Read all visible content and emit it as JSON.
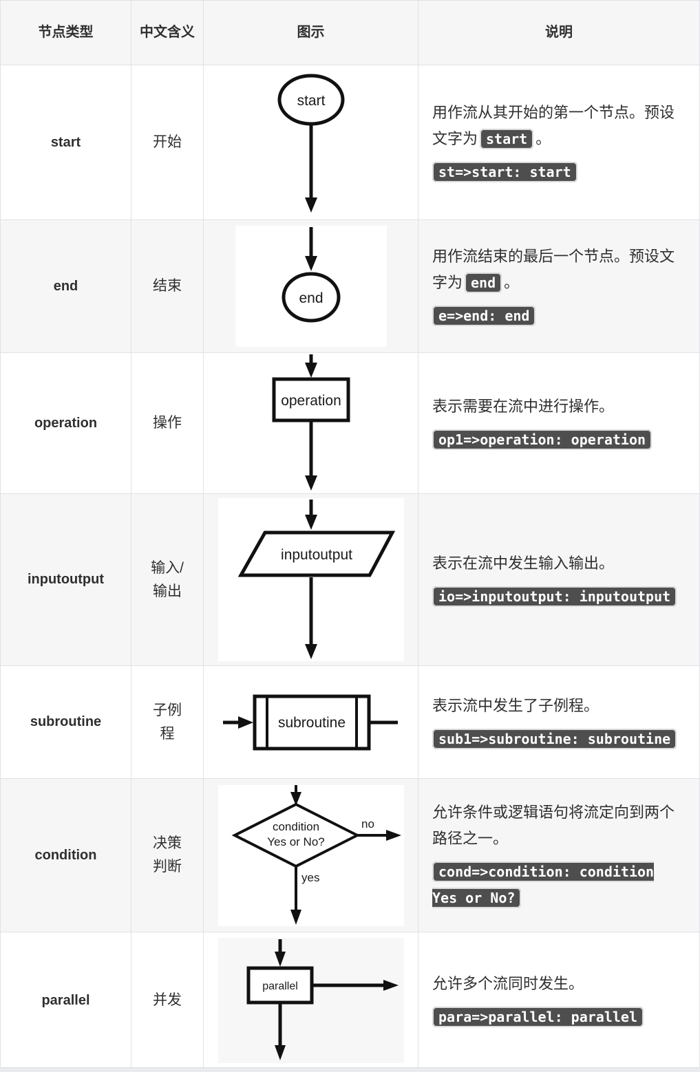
{
  "colors": {
    "border": "#dfe1e5",
    "alt_row_bg": "#f6f6f7",
    "text": "#2f2f2f",
    "code_chip_bg": "#4e4e4e",
    "code_chip_text": "#ffffff"
  },
  "headers": [
    "节点类型",
    "中文含义",
    "图示",
    "说明"
  ],
  "rows": [
    {
      "type": "start",
      "meaning": "开始",
      "labels": {
        "node": "start"
      },
      "desc": {
        "text_before_code": "用作流从其开始的第一个节点。预设文字为",
        "inline_code": "start",
        "text_after_code": "。"
      },
      "code": "st=>start: start"
    },
    {
      "type": "end",
      "meaning": "结束",
      "labels": {
        "node": "end"
      },
      "desc": {
        "text_before_code": "用作流结束的最后一个节点。预设文字为",
        "inline_code": "end",
        "text_after_code": "。"
      },
      "code": "e=>end: end"
    },
    {
      "type": "operation",
      "meaning": "操作",
      "labels": {
        "node": "operation"
      },
      "desc": {
        "text": "表示需要在流中进行操作。"
      },
      "code": "op1=>operation: operation"
    },
    {
      "type": "inputoutput",
      "meaning": "输入/输出",
      "labels": {
        "node": "inputoutput"
      },
      "desc": {
        "text": "表示在流中发生输入输出。"
      },
      "code": "io=>inputoutput: inputoutput"
    },
    {
      "type": "subroutine",
      "meaning": "子例程",
      "labels": {
        "node": "subroutine"
      },
      "desc": {
        "text": "表示流中发生了子例程。"
      },
      "code": "sub1=>subroutine: subroutine"
    },
    {
      "type": "condition",
      "meaning": "决策判断",
      "labels": {
        "node_line1": "condition",
        "node_line2": "Yes or No?",
        "branch_no": "no",
        "branch_yes": "yes"
      },
      "desc": {
        "text": "允许条件或逻辑语句将流定向到两个路径之一。"
      },
      "code": "cond=>condition: condition Yes or No?"
    },
    {
      "type": "parallel",
      "meaning": "并发",
      "labels": {
        "node": "parallel"
      },
      "desc": {
        "text": "允许多个流同时发生。"
      },
      "code": "para=>parallel: parallel"
    }
  ]
}
